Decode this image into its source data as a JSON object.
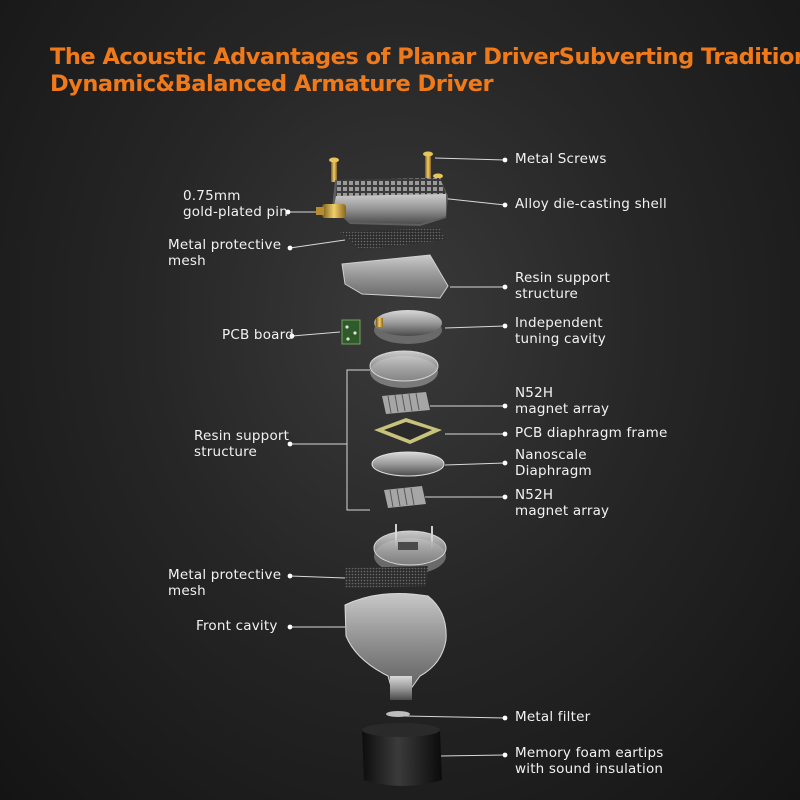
{
  "title": {
    "line1": "The Acoustic Advantages of Planar DriverSubverting Traditional",
    "line2": "Dynamic&Balanced Armature Driver"
  },
  "labels": {
    "metal_screws": "Metal Screws",
    "alloy_shell": "Alloy die-casting shell",
    "gold_pin_1": "0.75mm",
    "gold_pin_2": "gold-plated pin",
    "mesh_top_1": "Metal protective",
    "mesh_top_2": "mesh",
    "resin_top_1": "Resin support",
    "resin_top_2": "structure",
    "pcb_board": "PCB board",
    "tuning_cavity_1": "Independent",
    "tuning_cavity_2": "tuning cavity",
    "magnet_top_1": "N52H",
    "magnet_top_2": "magnet array",
    "pcb_frame": "PCB diaphragm frame",
    "diaphragm_1": "Nanoscale",
    "diaphragm_2": "Diaphragm",
    "magnet_bottom_1": "N52H",
    "magnet_bottom_2": "magnet array",
    "resin_left_1": "Resin support",
    "resin_left_2": "structure",
    "mesh_bottom_1": "Metal protective",
    "mesh_bottom_2": "mesh",
    "front_cavity": "Front cavity",
    "metal_filter": "Metal filter",
    "eartips_1": "Memory foam eartips",
    "eartips_2": "with sound insulation"
  },
  "colors": {
    "title": "#f07a1a",
    "label": "#f2f2f2",
    "leader": "#d8d8d8",
    "gold": "#c9a23a",
    "pcb_green": "#2f5a2a",
    "frame_yellow": "#c8c27a"
  }
}
